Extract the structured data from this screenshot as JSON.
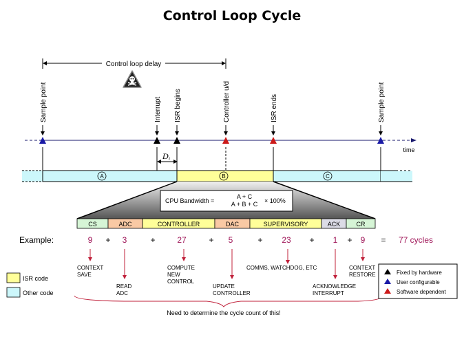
{
  "title": "Control Loop Cycle",
  "timeline": {
    "delay_label": "Control loop delay",
    "warning_icon": "skull-warning-icon",
    "time_label": "time",
    "di_label": "D",
    "di_subscript": "i",
    "events": [
      {
        "label": "Sample point",
        "kind": "user"
      },
      {
        "label": "Interrupt",
        "kind": "hardware"
      },
      {
        "label": "ISR begins",
        "kind": "hardware"
      },
      {
        "label": "Controller u/d",
        "kind": "software"
      },
      {
        "label": "ISR ends",
        "kind": "software"
      },
      {
        "label": "Sample point",
        "kind": "user"
      }
    ]
  },
  "bar": {
    "segments": [
      {
        "label": "A",
        "type": "other"
      },
      {
        "label": "B",
        "type": "isr"
      },
      {
        "label": "C",
        "type": "other"
      }
    ]
  },
  "formula": {
    "prefix": "CPU  Bandwidth =",
    "numerator": "A + C",
    "denominator": "A + B + C",
    "suffix": "× 100%"
  },
  "isr_breakdown": [
    {
      "label": "CS",
      "color": "#d6f5d6"
    },
    {
      "label": "ADC",
      "color": "#f9c9a4"
    },
    {
      "label": "CONTROLLER",
      "color": "#ffff99"
    },
    {
      "label": "DAC",
      "color": "#f9c9a4"
    },
    {
      "label": "SUPERVISORY",
      "color": "#ffff99"
    },
    {
      "label": "ACK",
      "color": "#dcdce6"
    },
    {
      "label": "CR",
      "color": "#d6f5d6"
    }
  ],
  "example": {
    "label": "Example:",
    "values": [
      "9",
      "3",
      "27",
      "5",
      "23",
      "1",
      "9"
    ],
    "plus": "+",
    "equals": "=",
    "total": "77 cycles"
  },
  "notes": [
    [
      "CONTEXT",
      "SAVE"
    ],
    [
      "READ",
      "ADC"
    ],
    [
      "COMPUTE",
      "NEW",
      "CONTROL"
    ],
    [
      "UPDATE",
      "CONTROLLER"
    ],
    [
      "COMMS, WATCHDOG, ETC"
    ],
    [
      "ACKNOWLEDGE",
      "INTERRUPT"
    ],
    [
      "CONTEXT",
      "RESTORE"
    ]
  ],
  "brace_caption": "Need to determine the cycle count of this!",
  "code_legend": [
    {
      "label": "ISR  code",
      "color": "#ffff99"
    },
    {
      "label": "Other code",
      "color": "#ccf7fb"
    }
  ],
  "marker_legend": [
    {
      "label": "Fixed by hardware",
      "color": "#000000"
    },
    {
      "label": "User configurable",
      "color": "#1a1aa6"
    },
    {
      "label": "Software dependent",
      "color": "#cc1a1a"
    }
  ],
  "colors": {
    "isr": "#ffff99",
    "other": "#ccf7fb",
    "hardware": "#000000",
    "user": "#1a1aa6",
    "software": "#cc1a1a",
    "accent": "#a0185a",
    "timeline": "#1a1a6e"
  }
}
